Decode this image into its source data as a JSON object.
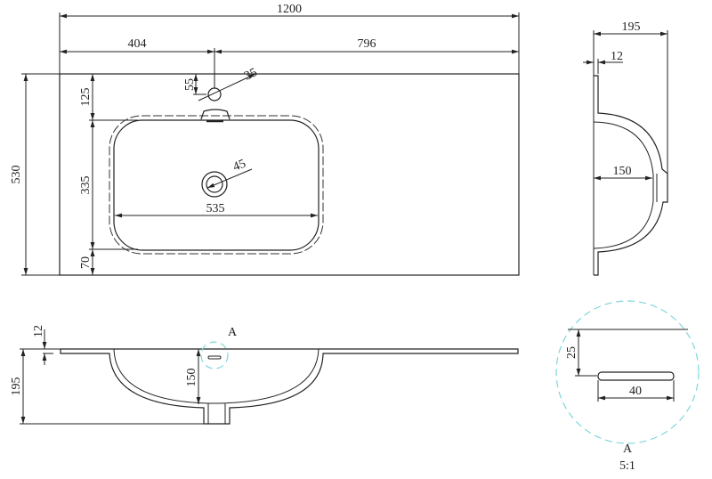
{
  "top_view": {
    "width_total": "1200",
    "tap_offset_left": "404",
    "tap_offset_right": "796",
    "depth_total": "530",
    "bowl_front_offset": "125",
    "bowl_depth": "335",
    "bowl_back_offset": "70",
    "tap_from_edge": "55",
    "tap_diameter": "35",
    "drain_diameter": "45",
    "bowl_width": "535"
  },
  "side_view": {
    "total_height": "195",
    "slab_thickness": "12",
    "bowl_depth": "150"
  },
  "front_view": {
    "slab_thickness": "12",
    "total_height": "195",
    "bowl_depth": "150",
    "detail_marker": "A"
  },
  "detail_a": {
    "slot_offset": "25",
    "slot_length": "40",
    "label": "A",
    "scale": "5:1",
    "highlight_color": "#7fd6dc"
  }
}
